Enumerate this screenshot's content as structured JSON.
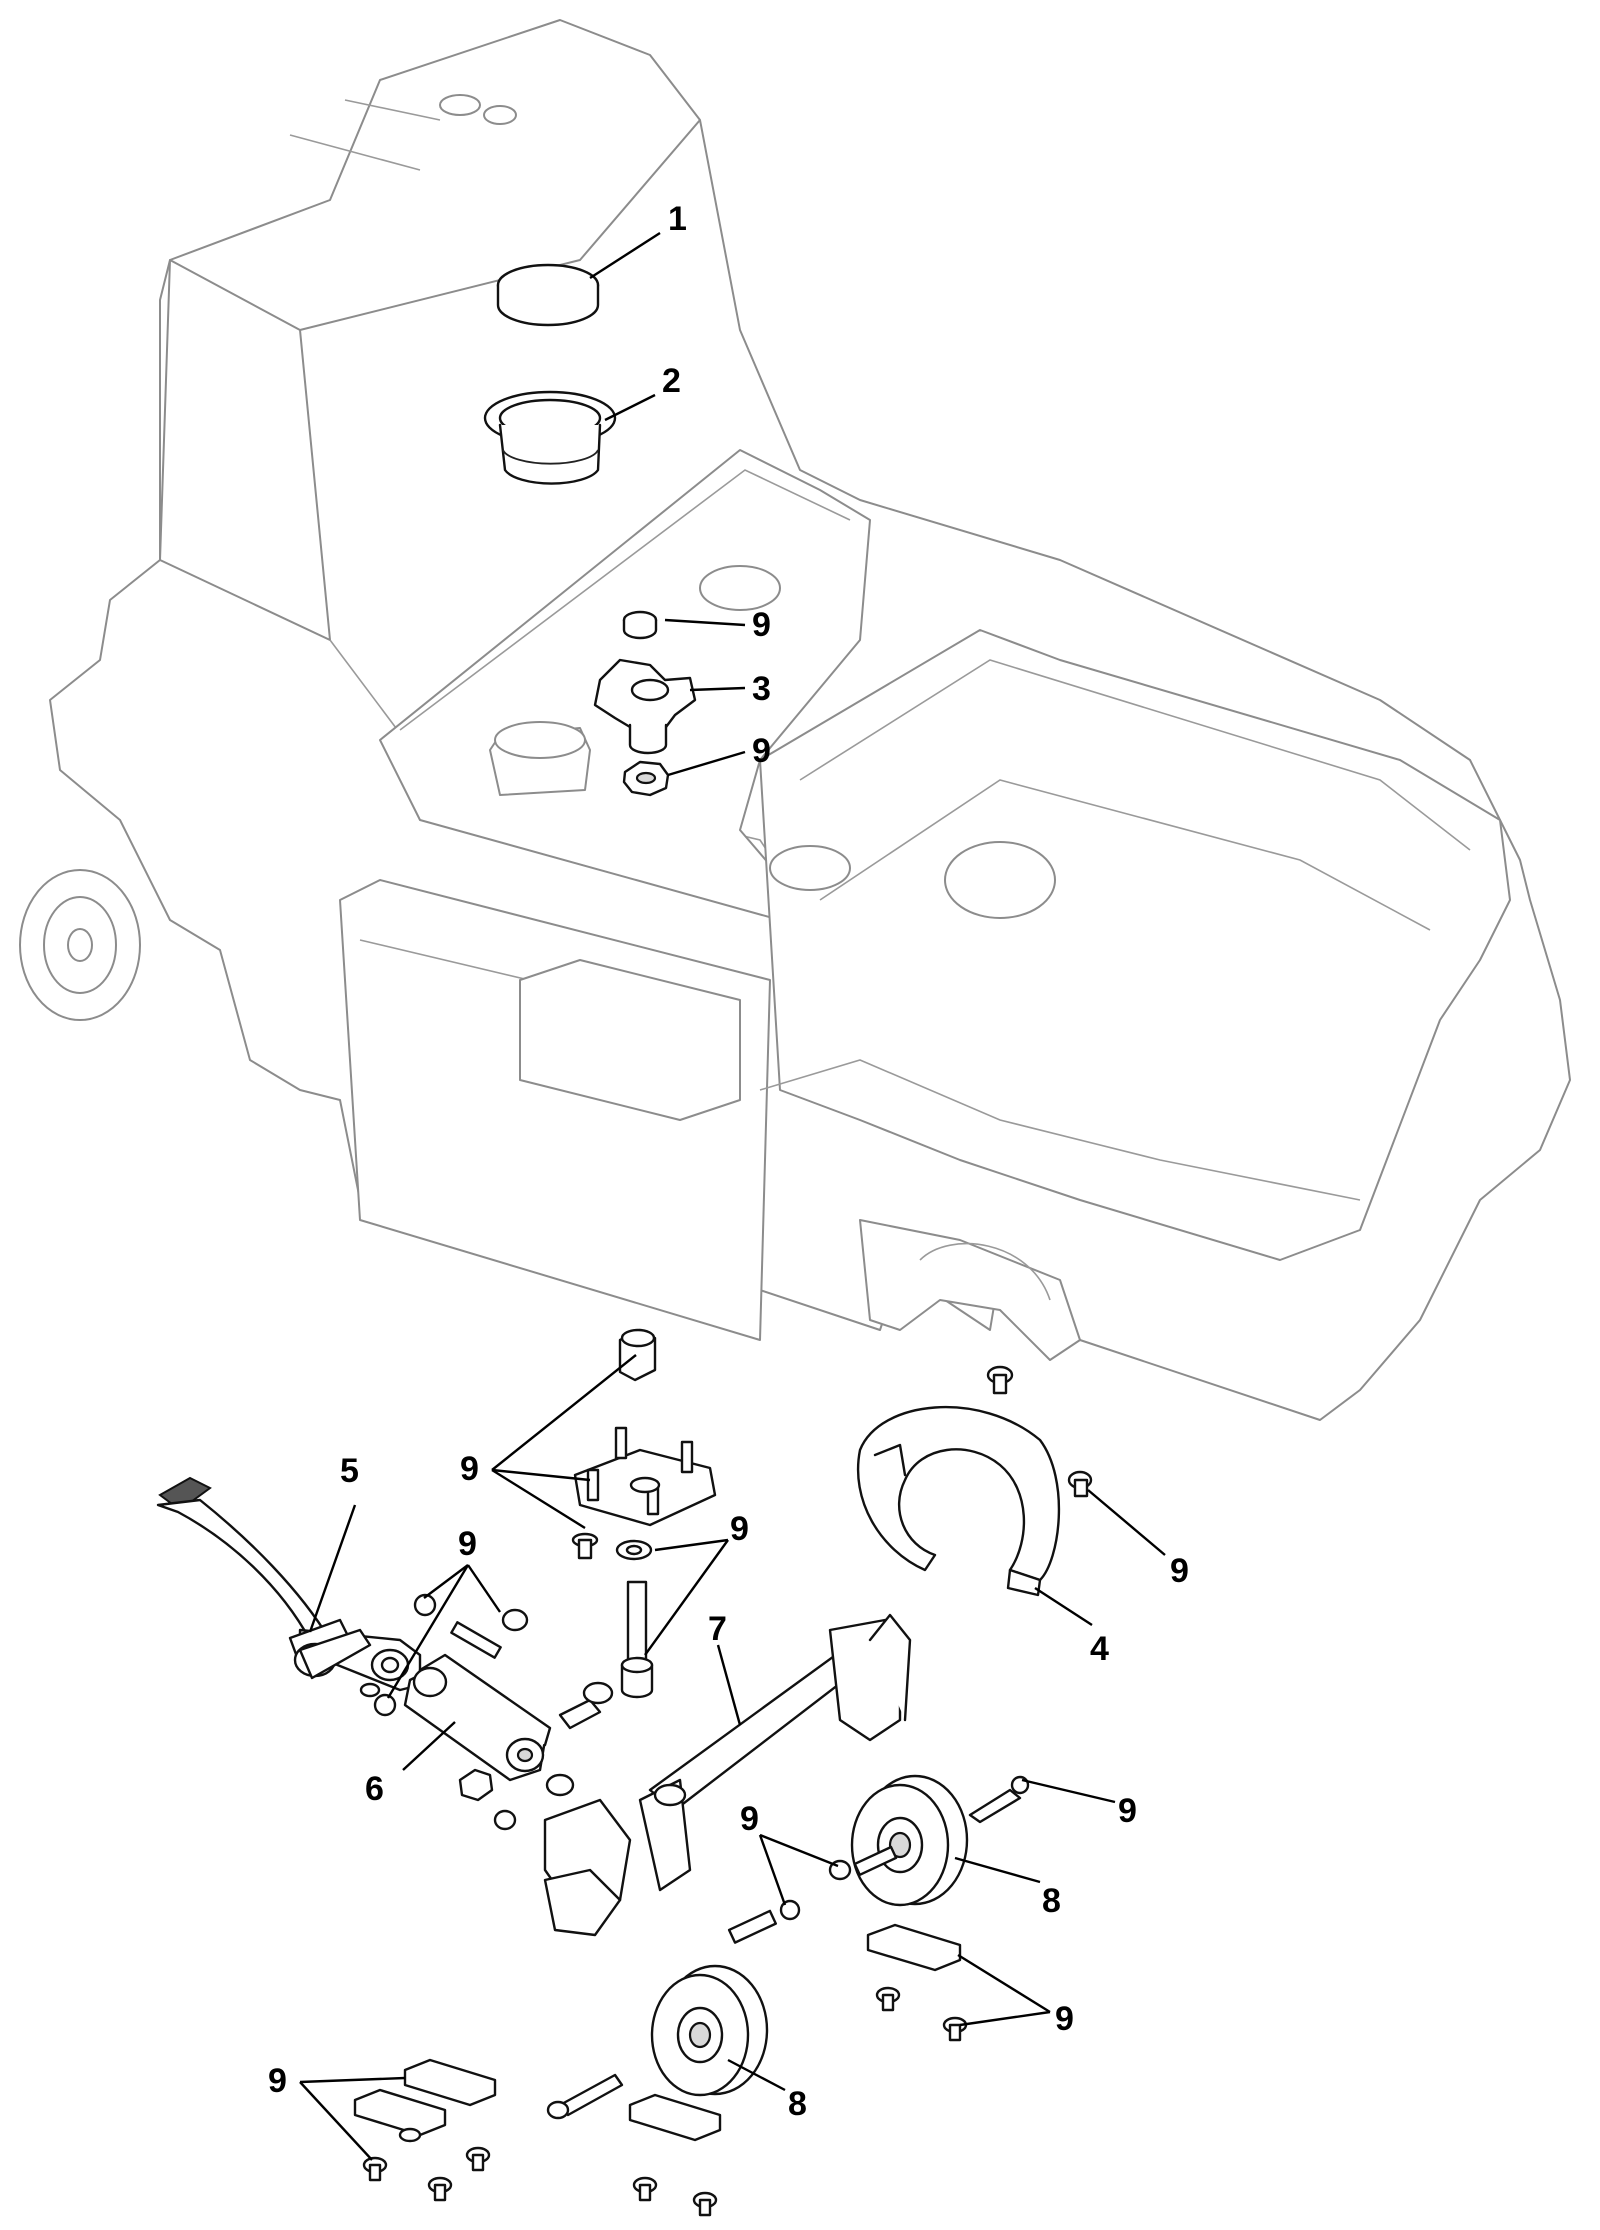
{
  "callouts": [
    {
      "label": "1"
    },
    {
      "label": "2"
    },
    {
      "label": "9"
    },
    {
      "label": "3"
    },
    {
      "label": "9"
    },
    {
      "label": "9"
    },
    {
      "label": "5"
    },
    {
      "label": "9"
    },
    {
      "label": "9"
    },
    {
      "label": "9"
    },
    {
      "label": "4"
    },
    {
      "label": "7"
    },
    {
      "label": "6"
    },
    {
      "label": "9"
    },
    {
      "label": "9"
    },
    {
      "label": "8"
    },
    {
      "label": "9"
    },
    {
      "label": "8"
    },
    {
      "label": "9"
    }
  ]
}
